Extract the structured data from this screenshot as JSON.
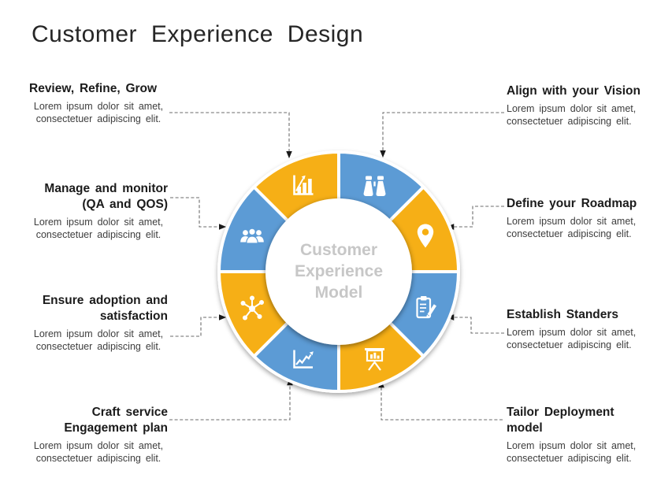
{
  "title": "Customer Experience Design",
  "center": {
    "label": "Customer Experience Model"
  },
  "colors": {
    "segment_yellow": "#F6AF12",
    "segment_blue": "#5B9BD5",
    "heading_text": "#1B1B1B",
    "body_text": "#3D3D3D",
    "center_text": "#C7C7C7",
    "connector_line": "#6B6B6B",
    "arrowhead": "#1A1A1A"
  },
  "labels": {
    "review": {
      "heading": "Review, Refine, Grow",
      "desc": "Lorem ipsum dolor sit amet,\nconsectetuer adipiscing elit."
    },
    "align": {
      "heading": "Align with your Vision",
      "desc": "Lorem ipsum dolor sit amet,\nconsectetuer adipiscing elit."
    },
    "manage": {
      "heading": "Manage and monitor\n(QA and QOS)",
      "desc": "Lorem ipsum dolor sit amet,\nconsectetuer adipiscing elit."
    },
    "define": {
      "heading": "Define your Roadmap",
      "desc": "Lorem ipsum dolor sit amet,\nconsectetuer adipiscing elit."
    },
    "ensure": {
      "heading": "Ensure adoption and\nsatisfaction",
      "desc": "Lorem ipsum dolor sit amet,\nconsectetuer adipiscing elit."
    },
    "establish": {
      "heading": "Establish  Standers",
      "desc": "Lorem ipsum dolor sit amet,\nconsectetuer adipiscing elit."
    },
    "craft": {
      "heading": "Craft service\nEngagement plan",
      "desc": "Lorem ipsum dolor sit amet,\nconsectetuer adipiscing elit."
    },
    "tailor": {
      "heading": "Tailor Deployment\nmodel",
      "desc": "Lorem ipsum dolor sit amet,\nconsectetuer adipiscing elit."
    }
  },
  "segments": [
    {
      "position": "top-right",
      "color": "#5B9BD5",
      "icon": "binoculars-icon",
      "linked_label": "Align with your Vision"
    },
    {
      "position": "right-upper",
      "color": "#F6AF12",
      "icon": "map-pin-icon",
      "linked_label": "Define your Roadmap"
    },
    {
      "position": "right-lower",
      "color": "#5B9BD5",
      "icon": "clipboard-pencil-icon",
      "linked_label": "Establish Standers"
    },
    {
      "position": "bottom-right",
      "color": "#F6AF12",
      "icon": "presentation-board-icon",
      "linked_label": "Tailor Deployment model"
    },
    {
      "position": "bottom-left",
      "color": "#5B9BD5",
      "icon": "line-chart-icon",
      "linked_label": "Craft service Engagement plan"
    },
    {
      "position": "left-lower",
      "color": "#F6AF12",
      "icon": "network-hub-icon",
      "linked_label": "Ensure adoption and satisfaction"
    },
    {
      "position": "left-upper",
      "color": "#5B9BD5",
      "icon": "people-icon",
      "linked_label": "Manage and monitor (QA and QOS)"
    },
    {
      "position": "top-left",
      "color": "#F6AF12",
      "icon": "bar-chart-icon",
      "linked_label": "Review, Refine, Grow"
    }
  ]
}
